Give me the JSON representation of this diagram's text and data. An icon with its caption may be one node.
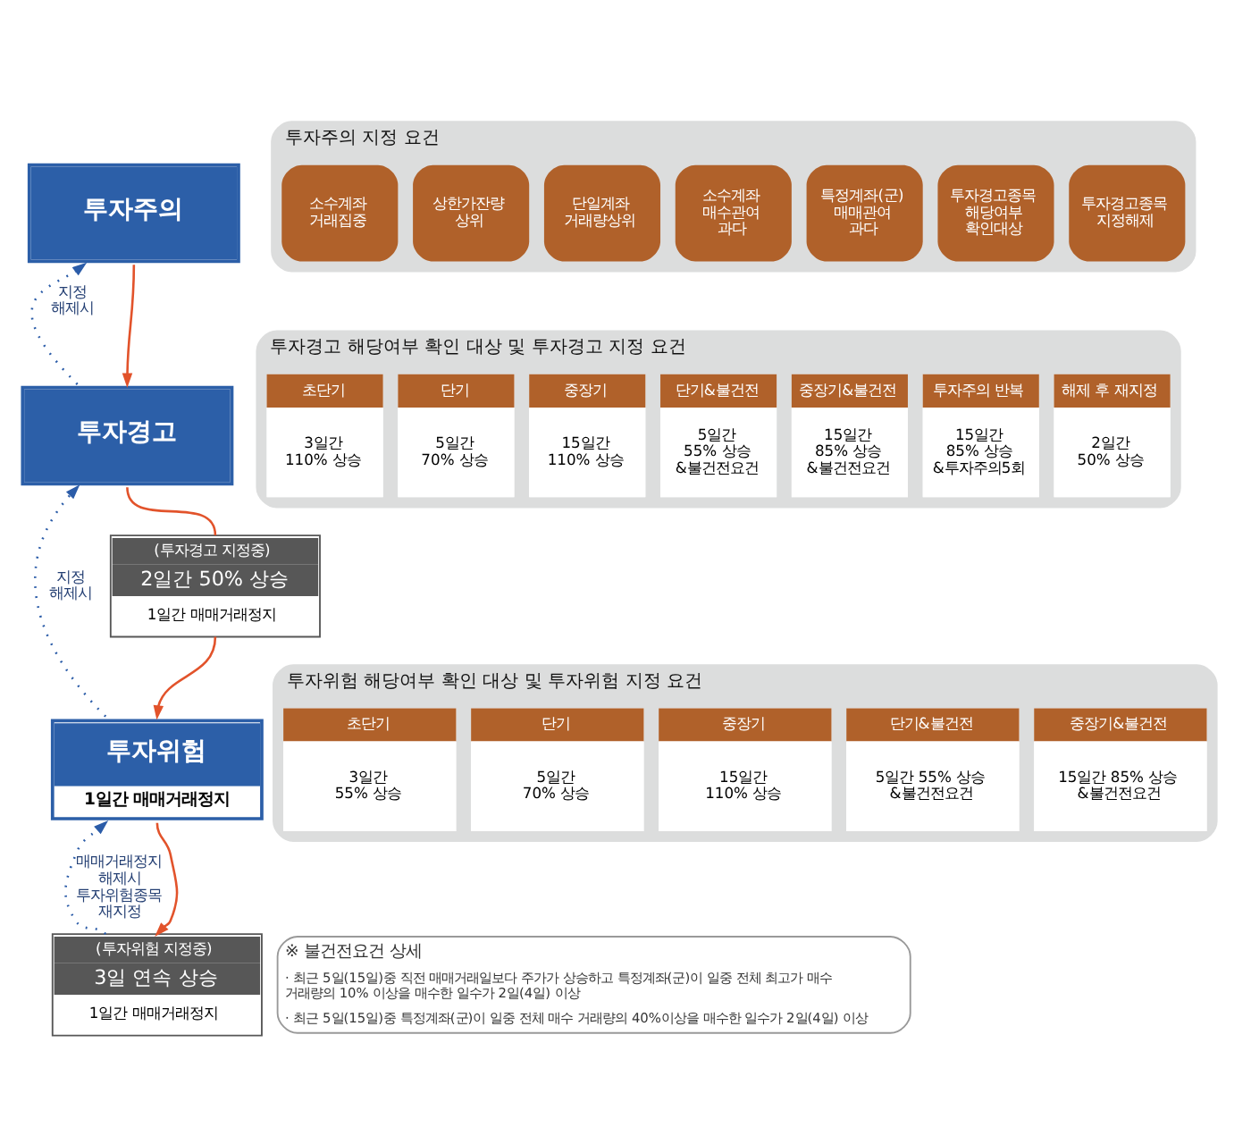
{
  "diagram": {
    "nodes": [
      {
        "text": [
          "투자주의"
        ]
      },
      {
        "text": [
          "투자주의 지정 요건"
        ]
      },
      {
        "text": [
          "소수계좌 거래집중"
        ],
        "in": 1
      },
      {
        "text": [
          "상한가잔량 상위"
        ],
        "in": 1
      },
      {
        "text": [
          "단일계좌 거래량상위"
        ],
        "in": 1
      },
      {
        "text": [
          "소수계좌 매수관여 과다"
        ],
        "in": 1
      },
      {
        "text": [
          "특정계좌(군) 매매관여 과다"
        ],
        "in": 1
      },
      {
        "text": [
          "투자경고종목 해당여부 확인대상"
        ],
        "in": 1
      },
      {
        "text": [
          "투자경고종목 지정해제"
        ],
        "in": 1
      },
      {
        "text": [
          "투자경고"
        ]
      },
      {
        "text": [
          "투자경고 해당여부 확인 대상 및 투자경고 지정 요건"
        ]
      },
      {
        "text": [
          "초단기",
          "3일간 110% 상승"
        ],
        "in": 10
      },
      {
        "text": [
          "단기",
          "5일간 70% 상승"
        ],
        "in": 10
      },
      {
        "text": [
          "중장기",
          "15일간 110% 상승"
        ],
        "in": 10
      },
      {
        "text": [
          "단기&불건전",
          "5일간 55% 상승 &불건전요건"
        ],
        "in": 10
      },
      {
        "text": [
          "중장기&불건전",
          "15일간 85% 상승 &불건전요건"
        ],
        "in": 10
      },
      {
        "text": [
          "투자주의 반복",
          "15일간 85% 상승 &투자주의5회"
        ],
        "in": 10
      },
      {
        "text": [
          "해제 후 재지정",
          "2일간 50% 상승"
        ],
        "in": 10
      },
      {
        "text": [
          "(투자경고 지정중)",
          "2일간 50% 상승",
          "1일간 매매거래정지"
        ]
      },
      {
        "text": [
          "투자위험",
          "1일간 매매거래정지"
        ]
      },
      {
        "text": [
          "투자위험 해당여부 확인 대상 및 투자위험 지정 요건"
        ]
      },
      {
        "text": [
          "초단기",
          "3일간 55% 상승"
        ],
        "in": 20
      },
      {
        "text": [
          "단기",
          "5일간 70% 상승"
        ],
        "in": 20
      },
      {
        "text": [
          "중장기",
          "15일간 110% 상승"
        ],
        "in": 20
      },
      {
        "text": [
          "단기&불건전",
          "5일간 55% 상승 &불건전요건"
        ],
        "in": 20
      },
      {
        "text": [
          "중장기&불건전",
          "15일간 85% 상승 &불건전요건"
        ],
        "in": 20
      },
      {
        "text": [
          "(투자위험 지정중)",
          "3일 연속 상승",
          "1일간 매매거래정지"
        ]
      },
      {
        "text": [
          "※ 불건전요건 상세",
          "· 최근 5일(15일)중 직전 매매거래일보다 주가가 상승하고 특정계좌(군)이 일중 전체 최고가 매수 거래량의 10% 이상을 매수한 일수가 2일(4일) 이상",
          "· 최근 5일(15일)중 특정계좌(군)이 일중 전체 매수 거래량의 40%이상을 매수한 일수가 2일(4일) 이상"
        ]
      }
    ],
    "edges": [
      {
        "from": 0,
        "to": 9,
        "arrow": "to",
        "color": "#e2532b"
      },
      {
        "from": 9,
        "to": 0,
        "arrow": "to",
        "label": "지정 해제시",
        "style": "dashed",
        "color": "#2b5ca8"
      },
      {
        "from": 9,
        "to": 18,
        "arrow": "none",
        "color": "#e2532b"
      },
      {
        "from": 18,
        "to": 19,
        "arrow": "to",
        "color": "#e2532b"
      },
      {
        "from": 19,
        "to": 9,
        "arrow": "to",
        "label": "지정 해제시",
        "style": "dashed",
        "color": "#2b5ca8"
      },
      {
        "from": 19,
        "to": 26,
        "arrow": "to",
        "color": "#e2532b"
      },
      {
        "from": 26,
        "to": 19,
        "arrow": "to",
        "label": "매매거래정지 해제시 투자위험종목 재지정",
        "style": "dashed",
        "color": "#2b5ca8"
      }
    ]
  }
}
